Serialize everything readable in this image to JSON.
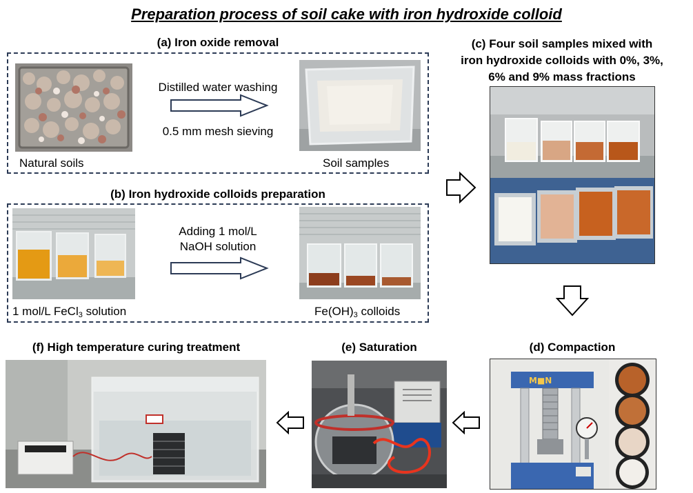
{
  "title": "Preparation process of soil cake with iron hydroxide colloid",
  "panel_a": {
    "header": "(a) Iron oxide removal",
    "step1": "Distilled water washing",
    "step2": "0.5 mm mesh sieving",
    "left_caption": "Natural soils",
    "right_caption": "Soil samples"
  },
  "panel_b": {
    "header": "(b) Iron hydroxide colloids preparation",
    "step1": "Adding 1 mol/L",
    "step2": "NaOH solution",
    "left_caption_main": "1 mol/L FeCl",
    "left_caption_sub": "3",
    "left_caption_tail": " solution",
    "right_caption_main": "Fe(OH)",
    "right_caption_sub": "3",
    "right_caption_tail": " colloids"
  },
  "panel_c": {
    "header_line1": "(c) Four soil samples mixed with",
    "header_line2": "iron hydroxide colloids with 0%, 3%,",
    "header_line3": "6% and 9% mass fractions"
  },
  "panel_d": {
    "header": "(d) Compaction"
  },
  "panel_e": {
    "header": "(e) Saturation"
  },
  "panel_f": {
    "header": "(f) High temperature curing treatment"
  },
  "colors": {
    "dash_border": "#2b3a55",
    "soil_orange": "#b8571a",
    "solution_yellow": "#e8a020"
  }
}
